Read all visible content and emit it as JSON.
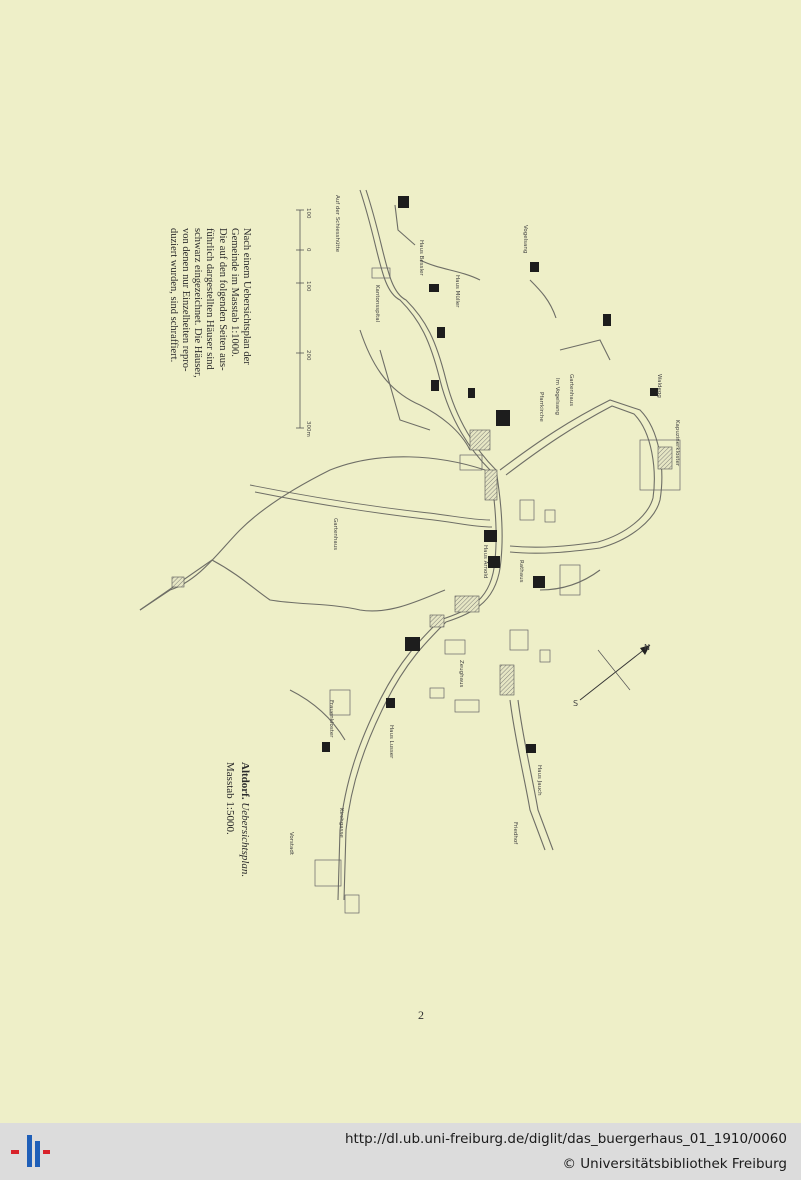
{
  "page": {
    "caption_lines": [
      "Nach einem Uebersichtsplan der",
      "Gemeinde im Masstab 1:1000.",
      "Die auf den folgenden Seiten aus-",
      "führlich dargestellten Häuser sind",
      "schwarz eingezeichnet. Die Häuser,",
      "von denen nur Einzelheiten repro-",
      "duziert wurden, sind schraffiert."
    ],
    "title_place": "Altdorf.",
    "title_kind": "Uebersichtsplan.",
    "scale": "Masstab 1:5000.",
    "page_number": "2"
  },
  "map": {
    "streets": [
      "Auf der Schiesshütte",
      "Vorstadt",
      "Kirchgasse",
      "Im Vogelsang",
      "Kapuzinerkloster",
      "Waldegg"
    ],
    "labels": [
      "Haus Bessler",
      "Kantonsspital",
      "Frauenkloster",
      "Gartenhaus",
      "Haus Müller",
      "Pfarrkirche",
      "Haus Lusser",
      "Haus Jauch",
      "Rathaus",
      "Zeughaus",
      "Haus Arnold",
      "Friedhof",
      "Vogelsang",
      "Gartenhaus"
    ],
    "scale_bar": [
      "100",
      "0",
      "100",
      "200",
      "300m"
    ],
    "compass": [
      "N",
      "S"
    ]
  },
  "footer": {
    "url": "http://dl.ub.uni-freiburg.de/diglit/das_buergerhaus_01_1910/0060",
    "copyright": "© Universitätsbibliothek Freiburg"
  },
  "colors": {
    "paper": "#eeefc8",
    "footer_bg": "#dcdcdc",
    "logo_blue": "#1f5fb8",
    "logo_red": "#d8222a"
  }
}
